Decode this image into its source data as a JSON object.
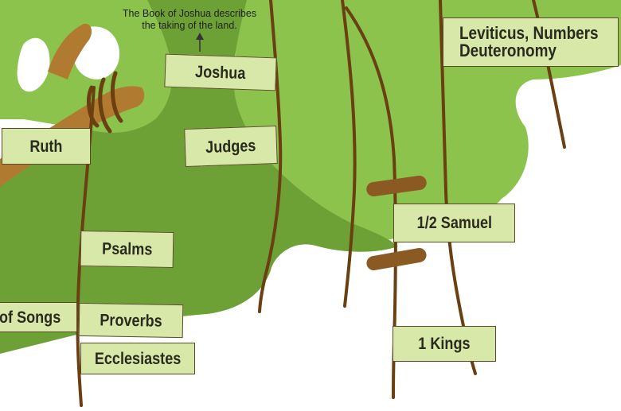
{
  "note": {
    "line1": "The Book of Joshua describes",
    "line2": "the taking of the land."
  },
  "signs": {
    "joshua": "Joshua",
    "judges": "Judges",
    "ruth": "Ruth",
    "psalms": "Psalms",
    "songs": "of Songs",
    "proverbs": "Proverbs",
    "ecclesiastes": "Ecclesiastes",
    "leviticus_line1": "Leviticus, Numbers",
    "leviticus_line2": "Deuteronomy",
    "samuel": "1/2 Samuel",
    "kings": "1 Kings"
  },
  "colors": {
    "light_leaf": "#8cc34d",
    "dark_leaf": "#6ea135",
    "branch": "#b07a30",
    "vine": "#6a3f12",
    "sign_fill": "#d8e8a8"
  }
}
